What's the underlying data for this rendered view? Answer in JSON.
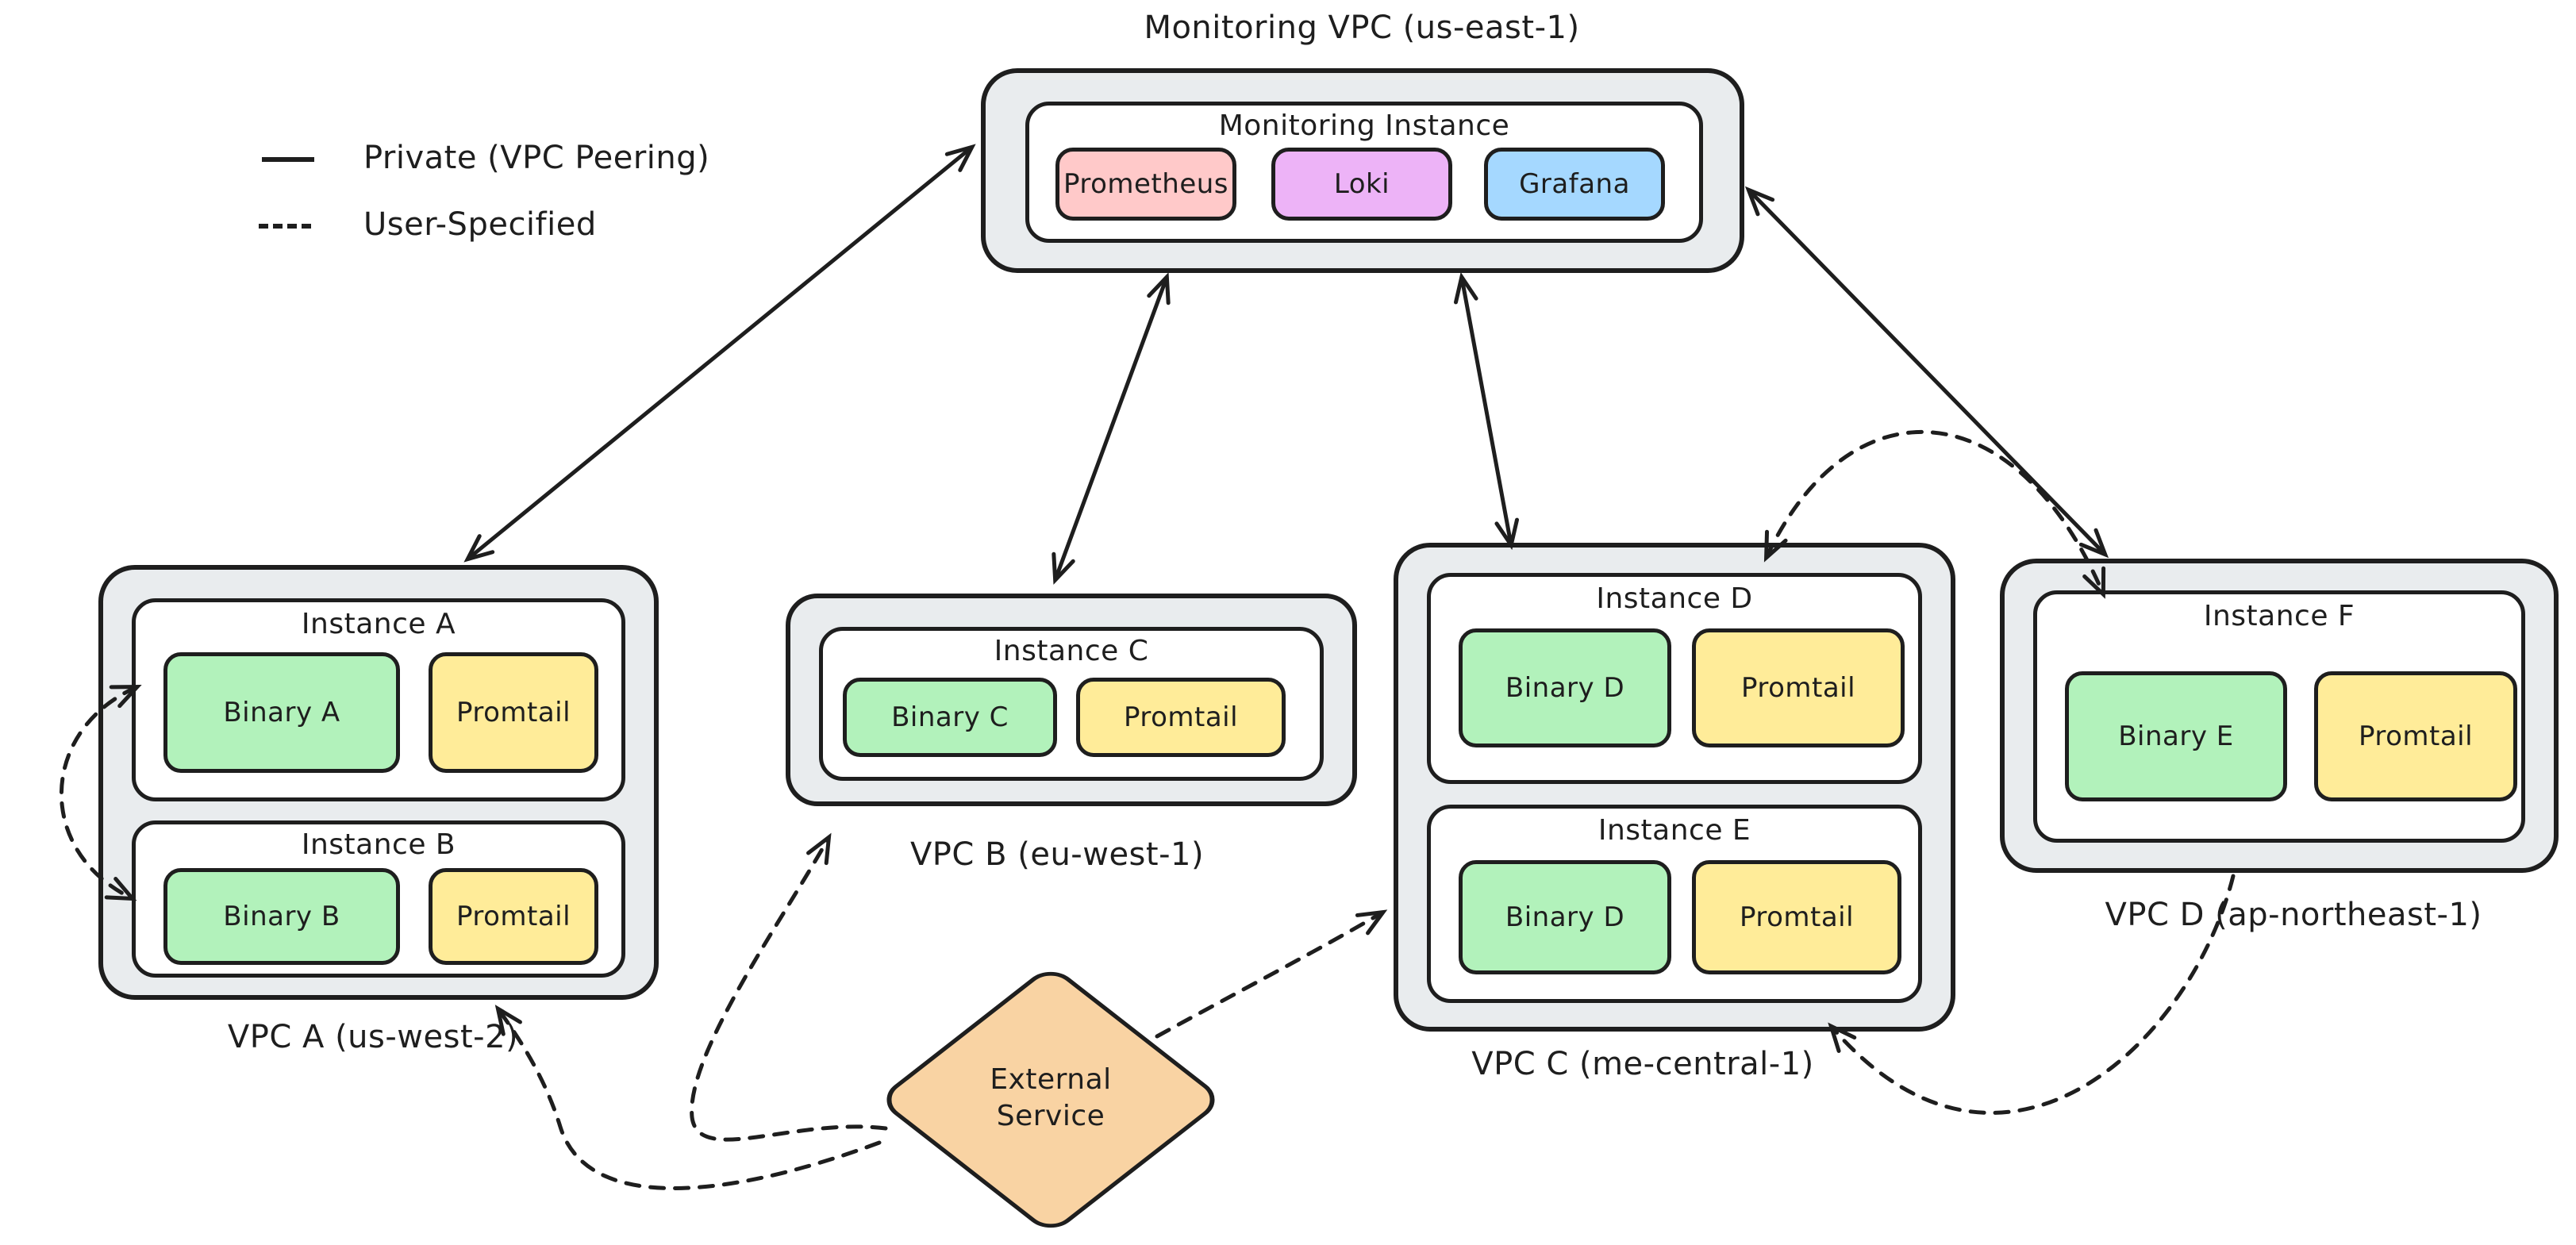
{
  "legend": {
    "items": [
      {
        "line_style": "solid",
        "label": "Private (VPC Peering)"
      },
      {
        "line_style": "dashed",
        "label": "User-Specified"
      }
    ]
  },
  "monitoring_vpc": {
    "title": "Monitoring VPC (us-east-1)",
    "instance": {
      "label": "Monitoring Instance",
      "components": [
        {
          "label": "Prometheus",
          "color": "#ffc9c9"
        },
        {
          "label": "Loki",
          "color": "#edb3f7"
        },
        {
          "label": "Grafana",
          "color": "#a5d8ff"
        }
      ]
    }
  },
  "vpcs": [
    {
      "label": "VPC A (us-west-2)",
      "instances": [
        {
          "label": "Instance A",
          "components": [
            {
              "label": "Binary A",
              "color": "#b2f2bb"
            },
            {
              "label": "Promtail",
              "color": "#ffec99"
            }
          ]
        },
        {
          "label": "Instance B",
          "components": [
            {
              "label": "Binary B",
              "color": "#b2f2bb"
            },
            {
              "label": "Promtail",
              "color": "#ffec99"
            }
          ]
        }
      ]
    },
    {
      "label": "VPC B (eu-west-1)",
      "instances": [
        {
          "label": "Instance C",
          "components": [
            {
              "label": "Binary C",
              "color": "#b2f2bb"
            },
            {
              "label": "Promtail",
              "color": "#ffec99"
            }
          ]
        }
      ]
    },
    {
      "label": "VPC C (me-central-1)",
      "instances": [
        {
          "label": "Instance D",
          "components": [
            {
              "label": "Binary D",
              "color": "#b2f2bb"
            },
            {
              "label": "Promtail",
              "color": "#ffec99"
            }
          ]
        },
        {
          "label": "Instance E",
          "components": [
            {
              "label": "Binary D",
              "color": "#b2f2bb"
            },
            {
              "label": "Promtail",
              "color": "#ffec99"
            }
          ]
        }
      ]
    },
    {
      "label": "VPC D (ap-northeast-1)",
      "instances": [
        {
          "label": "Instance F",
          "components": [
            {
              "label": "Binary E",
              "color": "#b2f2bb"
            },
            {
              "label": "Promtail",
              "color": "#ffec99"
            }
          ]
        }
      ]
    }
  ],
  "external_service": {
    "line1": "External",
    "line2": "Service",
    "color": "#f9d3a3"
  },
  "connections": [
    {
      "from": "Monitoring VPC",
      "to": "VPC A",
      "style": "solid",
      "type": "Private (VPC Peering)",
      "bidirectional": true
    },
    {
      "from": "Monitoring VPC",
      "to": "VPC B",
      "style": "solid",
      "type": "Private (VPC Peering)",
      "bidirectional": true
    },
    {
      "from": "Monitoring VPC",
      "to": "VPC C",
      "style": "solid",
      "type": "Private (VPC Peering)",
      "bidirectional": true
    },
    {
      "from": "Monitoring VPC",
      "to": "VPC D",
      "style": "solid",
      "type": "Private (VPC Peering)",
      "bidirectional": true
    },
    {
      "from": "Instance A",
      "to": "Instance B",
      "style": "dashed",
      "type": "User-Specified",
      "bidirectional": true
    },
    {
      "from": "External Service",
      "to": "VPC A (Instance B)",
      "style": "dashed",
      "type": "User-Specified",
      "bidirectional": false
    },
    {
      "from": "External Service",
      "to": "VPC B (Instance C)",
      "style": "dashed",
      "type": "User-Specified",
      "bidirectional": false
    },
    {
      "from": "External Service",
      "to": "VPC C (Instance E)",
      "style": "dashed",
      "type": "User-Specified",
      "bidirectional": false
    },
    {
      "from": "VPC C",
      "to": "VPC D",
      "style": "dashed",
      "type": "User-Specified",
      "bidirectional": true
    },
    {
      "from": "VPC D",
      "to": "VPC C (Instance E)",
      "style": "dashed",
      "type": "User-Specified",
      "bidirectional": false
    }
  ],
  "colors": {
    "vpc_fill": "#e9ecee",
    "stroke": "#1e1e1e",
    "background": "#ffffff"
  }
}
